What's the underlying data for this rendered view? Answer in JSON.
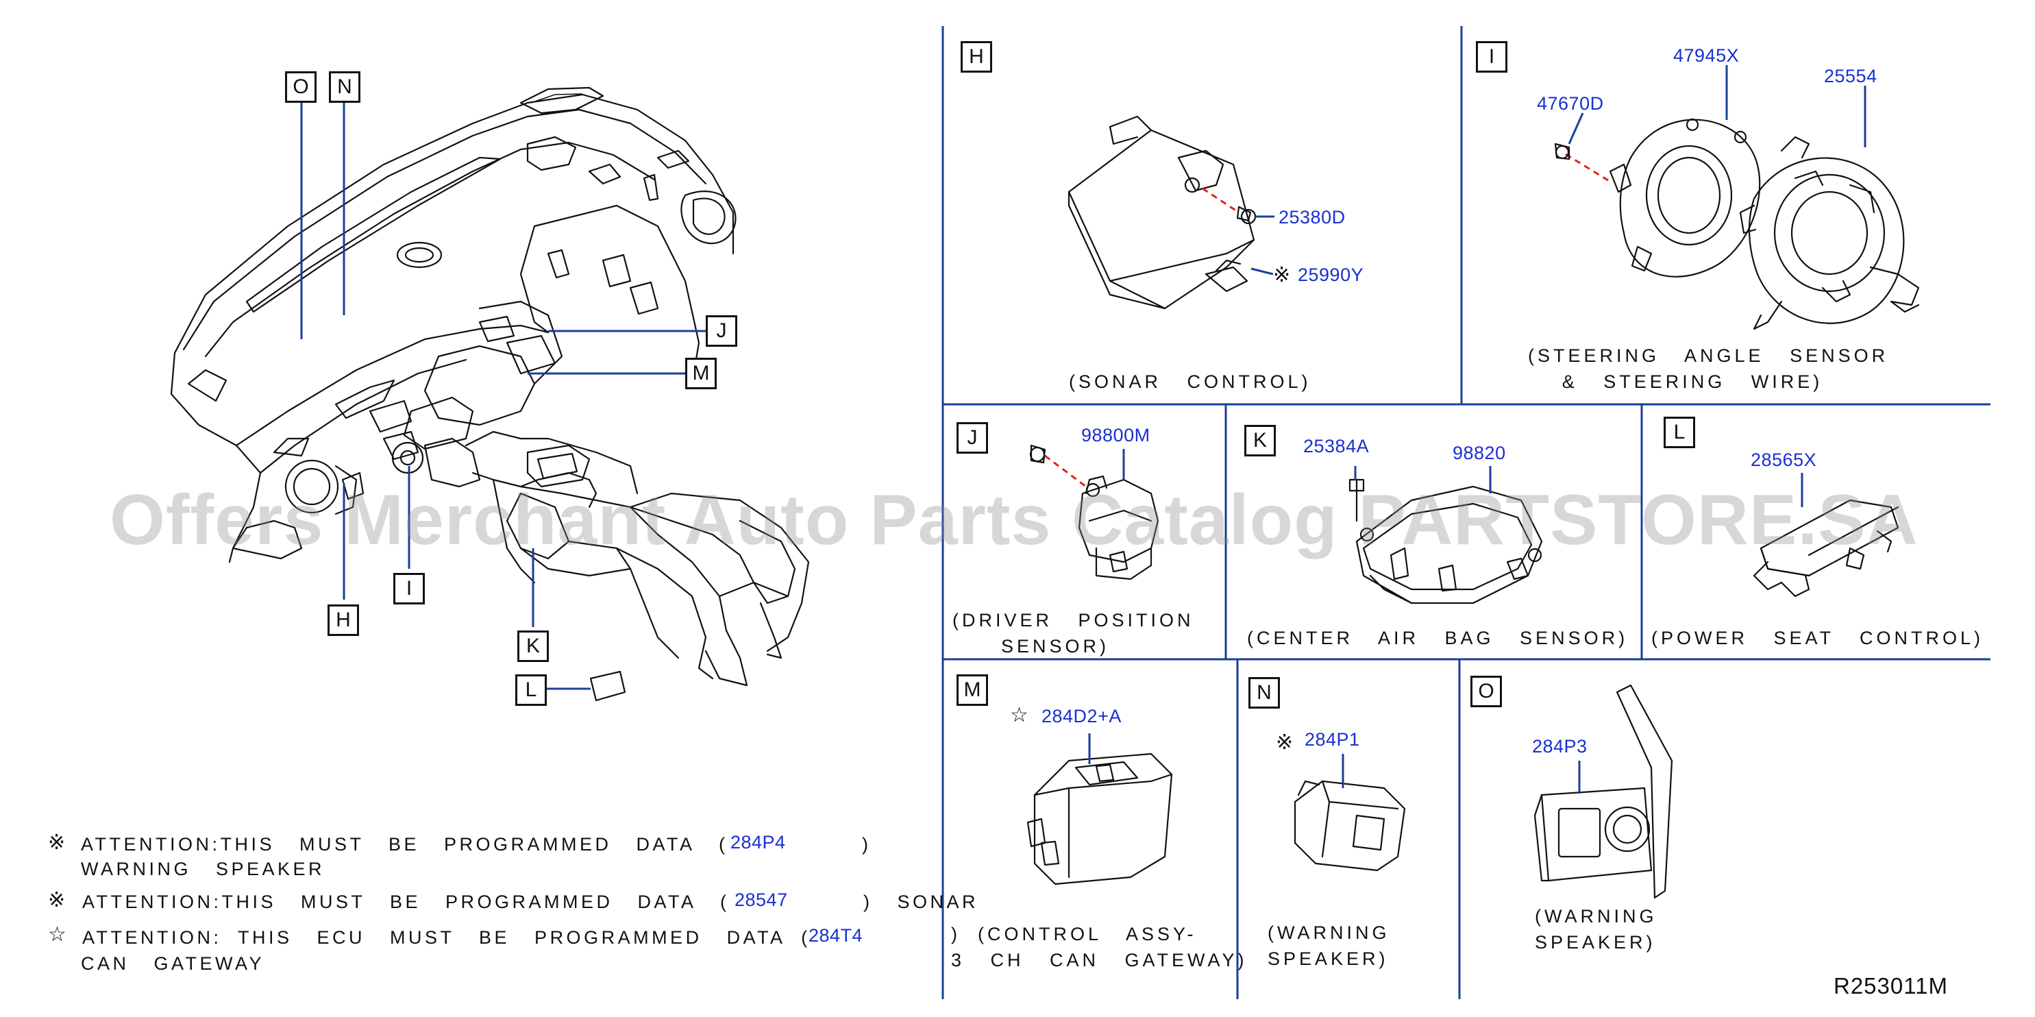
{
  "callouts": {
    "O": "O",
    "N": "N",
    "J": "J",
    "M": "M",
    "H": "H",
    "I": "I",
    "K": "K",
    "L": "L"
  },
  "panels": {
    "H": {
      "label": "H",
      "caption": "(SONAR   CONTROL)",
      "parts": [
        "25380D",
        "25990Y"
      ]
    },
    "I": {
      "label": "I",
      "caption": "(STEERING   ANGLE   SENSOR\n&   STEERING   WIRE)",
      "parts": [
        "47945X",
        "25554",
        "47670D"
      ]
    },
    "J": {
      "label": "J",
      "caption": "(DRIVER   POSITION\nSENSOR)",
      "parts": [
        "98800M"
      ]
    },
    "K": {
      "label": "K",
      "caption": "(CENTER   AIR   BAG   SENSOR)",
      "parts": [
        "25384A",
        "98820"
      ]
    },
    "L": {
      "label": "L",
      "caption": "(POWER   SEAT   CONTROL)",
      "parts": [
        "28565X"
      ]
    },
    "M": {
      "label": "M",
      "caption": ")  (CONTROL   ASSY-\n3   CH   CAN   GATEWAY)",
      "parts": [
        "284D2+A"
      ]
    },
    "N": {
      "label": "N",
      "caption": "(WARNING\nSPEAKER)",
      "parts": [
        "284P1"
      ]
    },
    "O": {
      "label": "O",
      "caption": "(WARNING\nSPEAKER)",
      "parts": [
        "284P3"
      ]
    }
  },
  "notes": [
    {
      "symbol": "※",
      "line1": "ATTENTION:THIS   MUST   BE   PROGRAMMED   DATA   (",
      "part": "284P4",
      "close": ")",
      "line2": "WARNING   SPEAKER"
    },
    {
      "symbol": "※",
      "line1": "ATTENTION:THIS   MUST   BE   PROGRAMMED   DATA   (",
      "part": "28547",
      "close": ")   SONAR",
      "line2": ""
    },
    {
      "symbol": "☆",
      "line1": "ATTENTION:  THIS   ECU   MUST   BE   PROGRAMMED   DATA  (",
      "part": "284T4",
      "close": "",
      "line2": "CAN   GATEWAY"
    }
  ],
  "symbols": {
    "kome": "※",
    "star": "☆"
  },
  "watermark": "Offers Merchant Auto Parts Catalog PARTSTORE.SA",
  "diagram_code": "R253011M",
  "colors": {
    "part_number": "#1a2fd0",
    "grid": "#1a3f9a",
    "leader_dashed": "#e0241b"
  }
}
